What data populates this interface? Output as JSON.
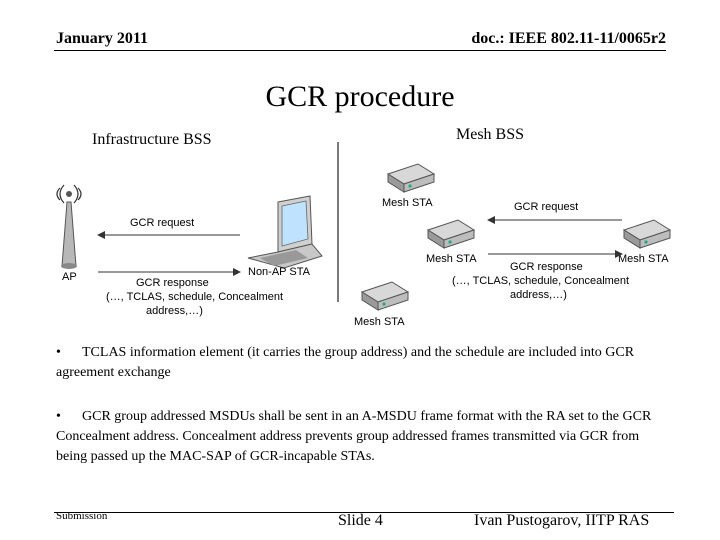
{
  "header": {
    "date": "January 2011",
    "doc_id": "doc.: IEEE 802.11-11/0065r2"
  },
  "title": "GCR procedure",
  "sections": {
    "infrastructure": "Infrastructure  BSS",
    "mesh": "Mesh  BSS"
  },
  "diagram": {
    "ap_label": "AP",
    "non_ap_sta_label": "Non-AP STA",
    "infra_request": "GCR request",
    "infra_response": [
      "GCR response",
      "(…, TCLAS, schedule, Concealment",
      "address,…)"
    ],
    "mesh_sta_top": "Mesh STA",
    "mesh_sta_mid": "Mesh STA",
    "mesh_sta_right": "Mesh STA",
    "mesh_sta_bottom": "Mesh STA",
    "mesh_request": "GCR request",
    "mesh_response": [
      "GCR response",
      "(…, TCLAS, schedule, Concealment",
      "address,…)"
    ]
  },
  "bullets": [
    "TCLAS information element (it carries the group address) and the schedule are included into GCR agreement exchange",
    "GCR group addressed MSDUs shall be sent in an A-MSDU frame format with the RA set to the GCR Concealment address. Concealment address prevents group addressed frames transmitted via GCR from being passed up the MAC-SAP of GCR-incapable STAs."
  ],
  "footer": {
    "left": "Submission",
    "center": "Slide 4",
    "right": "Ivan Pustogarov, IITP RAS"
  }
}
